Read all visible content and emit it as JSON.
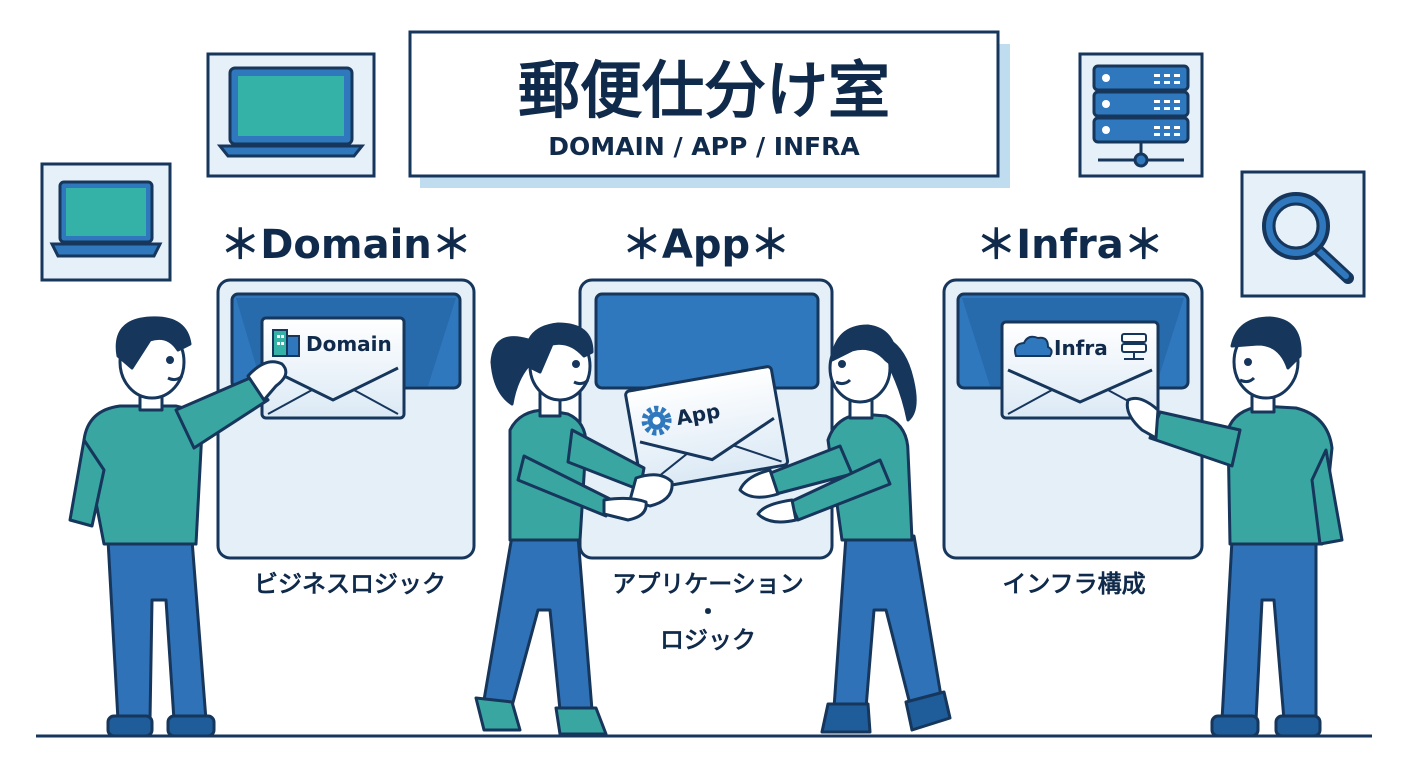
{
  "title": {
    "main": "郵便仕分け室",
    "sub": "DOMAIN / APP / INFRA"
  },
  "bins": [
    {
      "heading": "＊Domain＊",
      "envelope_label": "Domain",
      "description_lines": [
        "ビジネスロジック"
      ]
    },
    {
      "heading": "＊App＊",
      "envelope_label": "App",
      "description_lines": [
        "アプリケーション",
        "・",
        "ロジック"
      ]
    },
    {
      "heading": "＊Infra＊",
      "envelope_label": "Infra",
      "description_lines": [
        "インフラ構成"
      ]
    }
  ],
  "icons": [
    "laptop-icon",
    "laptop-icon",
    "server-rack-icon",
    "magnifier-icon",
    "building-icon",
    "gear-icon",
    "cloud-icon"
  ],
  "colors": {
    "outline": "#16365c",
    "bin_fill": "#e4eff8",
    "slot_blue": "#2f78bd",
    "teal": "#3aa6a2",
    "pants": "#2f72b8",
    "icon_teal": "#35b2a8",
    "shadow": "#bfddef"
  }
}
